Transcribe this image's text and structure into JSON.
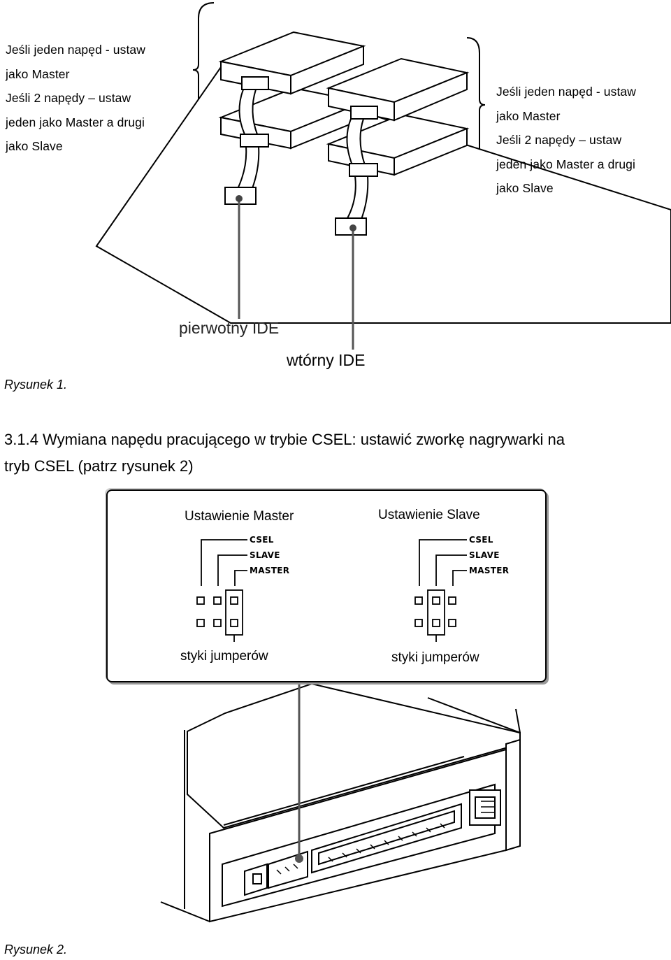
{
  "figure1": {
    "left_note": [
      "Jeśli jeden napęd - ustaw",
      "jako Master",
      "Jeśli 2 napędy – ustaw",
      "jeden jako Master a drugi",
      "jako Slave"
    ],
    "right_note": [
      "Jeśli jeden napęd - ustaw",
      "jako Master",
      "Jeśli 2 napędy – ustaw",
      "jeden jako Master a drugi",
      "jako Slave"
    ],
    "primary_label": "pierwotny IDE",
    "secondary_label": "wtórny IDE",
    "caption": "Rysunek 1."
  },
  "section": {
    "line1": "3.1.4 Wymiana napędu pracującego w trybie CSEL: ustawić zworkę nagrywarki na",
    "line2": "tryb CSEL (patrz rysunek 2)"
  },
  "figure2": {
    "master": {
      "title": "Ustawienie Master",
      "pins": [
        "CSEL",
        "SLAVE",
        "MASTER"
      ],
      "contacts_label": "styki jumperów"
    },
    "slave": {
      "title": "Ustawienie Slave",
      "pins": [
        "CSEL",
        "SLAVE",
        "MASTER"
      ],
      "contacts_label": "styki jumperów"
    },
    "caption": "Rysunek 2."
  }
}
